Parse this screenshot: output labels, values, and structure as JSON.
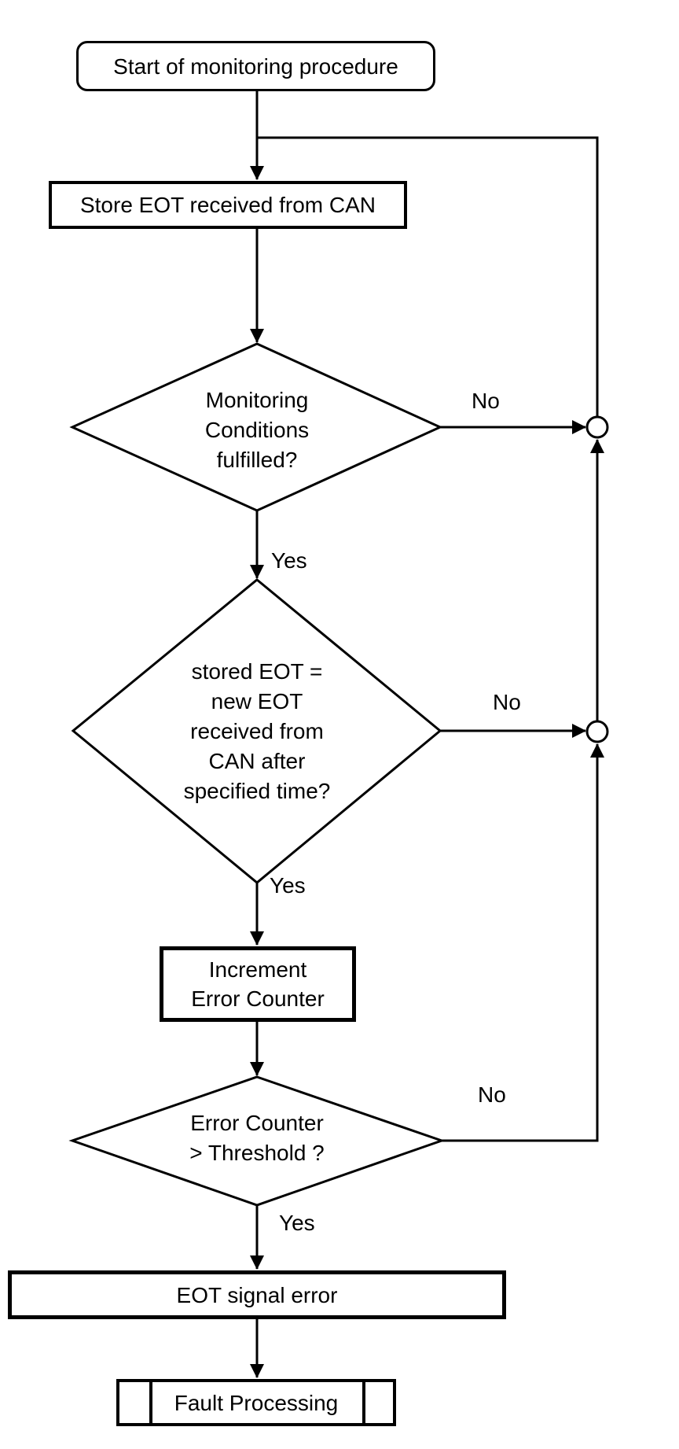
{
  "nodes": {
    "start": {
      "type": "terminator",
      "label": "Start of monitoring procedure"
    },
    "store_eot": {
      "type": "process",
      "label": "Store EOT received from CAN"
    },
    "monitoring_conditions": {
      "type": "decision",
      "label": "Monitoring\nConditions\nfulfilled?"
    },
    "stored_eot_compare": {
      "type": "decision",
      "label": "stored EOT =\nnew EOT\nreceived from\nCAN after\nspecified time?"
    },
    "increment_error_counter": {
      "type": "process",
      "label": "Increment\nError Counter"
    },
    "error_counter_threshold": {
      "type": "decision",
      "label": "Error Counter\n> Threshold ?"
    },
    "eot_signal_error": {
      "type": "process",
      "label": "EOT signal error"
    },
    "fault_processing": {
      "type": "predefined-process",
      "label": "Fault Processing"
    }
  },
  "edge_labels": {
    "monitoring_conditions_no": "No",
    "monitoring_conditions_yes": "Yes",
    "stored_eot_compare_no": "No",
    "stored_eot_compare_yes": "Yes",
    "error_counter_threshold_no": "No",
    "error_counter_threshold_yes": "Yes"
  },
  "colors": {
    "stroke": "#000000",
    "background": "#ffffff",
    "node_fill": "#ffffff"
  }
}
